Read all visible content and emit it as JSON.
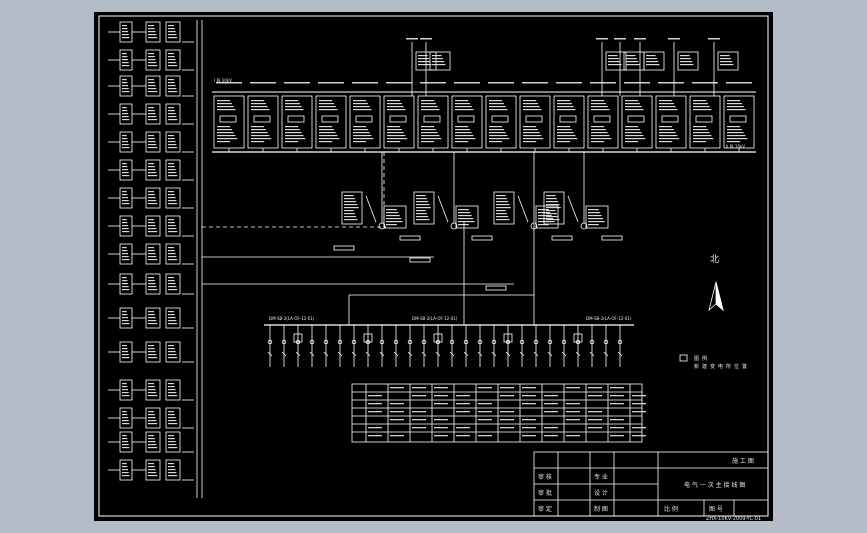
{
  "compass": {
    "label": "北",
    "icon": "north-arrow-icon"
  },
  "legend": {
    "line1": "图 例",
    "line2": "新 建 变 电 所 位 置"
  },
  "title_block": {
    "stage": "施 工 图",
    "drawing_title": "电 气 一 次 主 接 线 图",
    "rows": [
      [
        "审 核",
        "",
        "专 业",
        ""
      ],
      [
        "审 批",
        "",
        "设 计",
        ""
      ],
      [
        "审 定",
        "",
        "制 图",
        ""
      ]
    ],
    "scale_label": "比 例",
    "drawing_no_label": "图 号",
    "footer_code": "ZHX-10KV-2009-YC-01"
  },
  "bus_labels": {
    "upper_left": "I 段 10kV",
    "upper_right": "II 段 10kV",
    "lower": [
      "DM-SB-2(LA-OF-12-01)",
      "DM-SB-2(LA-OF-12-01)",
      "DM-SB-2(LA-OF-12-01)"
    ]
  },
  "colors": {
    "background": "#000000",
    "line": "#ffffff",
    "frame": "#b4bcc8"
  }
}
